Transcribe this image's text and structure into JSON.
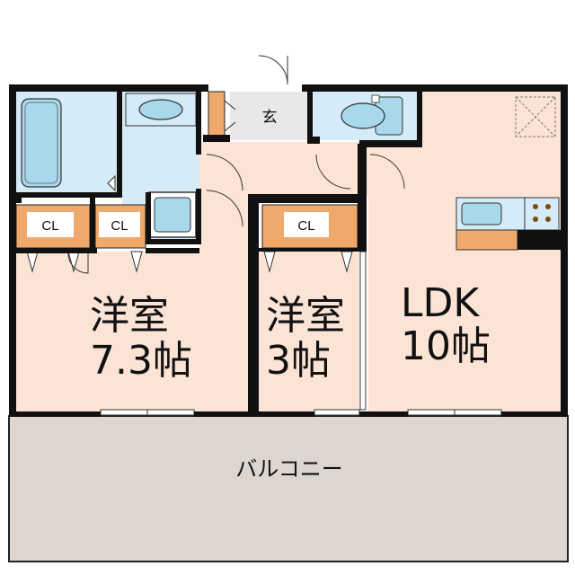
{
  "floorplan": {
    "rooms": {
      "western_large": {
        "name": "洋室",
        "size": "7.3帖"
      },
      "western_small": {
        "name": "洋室",
        "size": "3帖"
      },
      "ldk": {
        "name": "LDK",
        "size": "10帖"
      },
      "balcony": {
        "name": "バルコニー"
      },
      "entrance": {
        "name": "玄"
      }
    },
    "closets": [
      "CL",
      "CL",
      "CL"
    ],
    "colors": {
      "room_floor": "#fbe4d5",
      "wet_area": "#d5ebf7",
      "closet": "#f0a96a",
      "balcony": "#dcd5d0",
      "entrance_floor": "#e8e8e8",
      "wall": "#111111"
    }
  }
}
